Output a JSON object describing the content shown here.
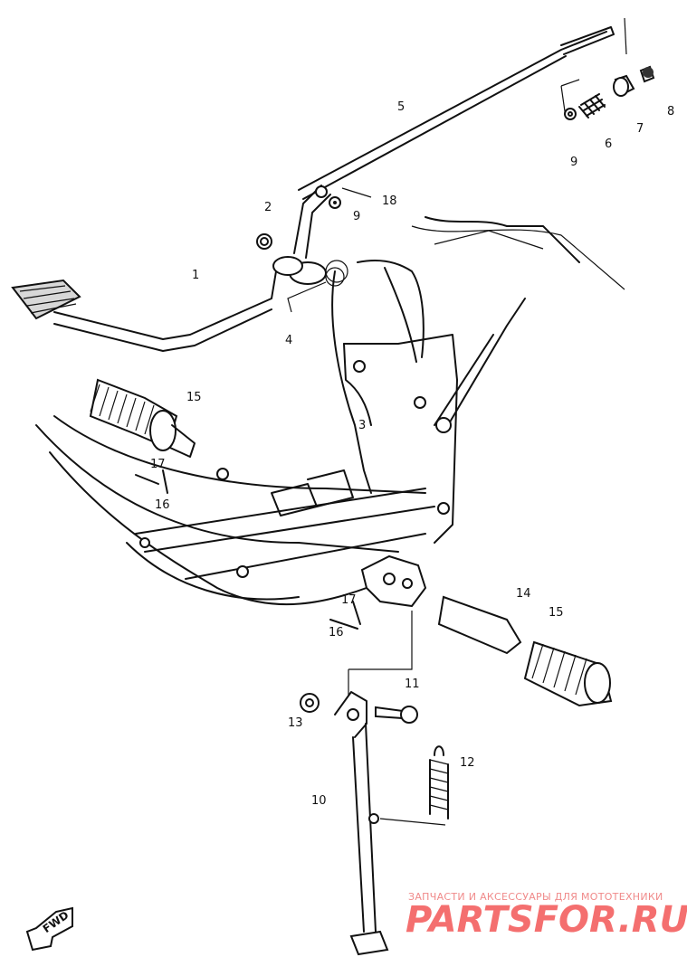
{
  "diagram": {
    "labels": {
      "p1": "1",
      "p2": "2",
      "p3": "3",
      "p4": "4",
      "p5": "5",
      "p6": "6",
      "p7": "7",
      "p8": "8",
      "p9a": "9",
      "p9b": "9",
      "p10": "10",
      "p11": "11",
      "p12": "12",
      "p13": "13",
      "p14": "14",
      "p15a": "15",
      "p15b": "15",
      "p16a": "16",
      "p16b": "16",
      "p17a": "17",
      "p17b": "17",
      "p18": "18"
    },
    "fwd_label": "FWD"
  },
  "watermark": {
    "subtitle": "ЗАПЧАСТИ И АКСЕССУАРЫ ДЛЯ МОТОТЕХНИКИ",
    "brand": "PARTSFOR.RU"
  }
}
